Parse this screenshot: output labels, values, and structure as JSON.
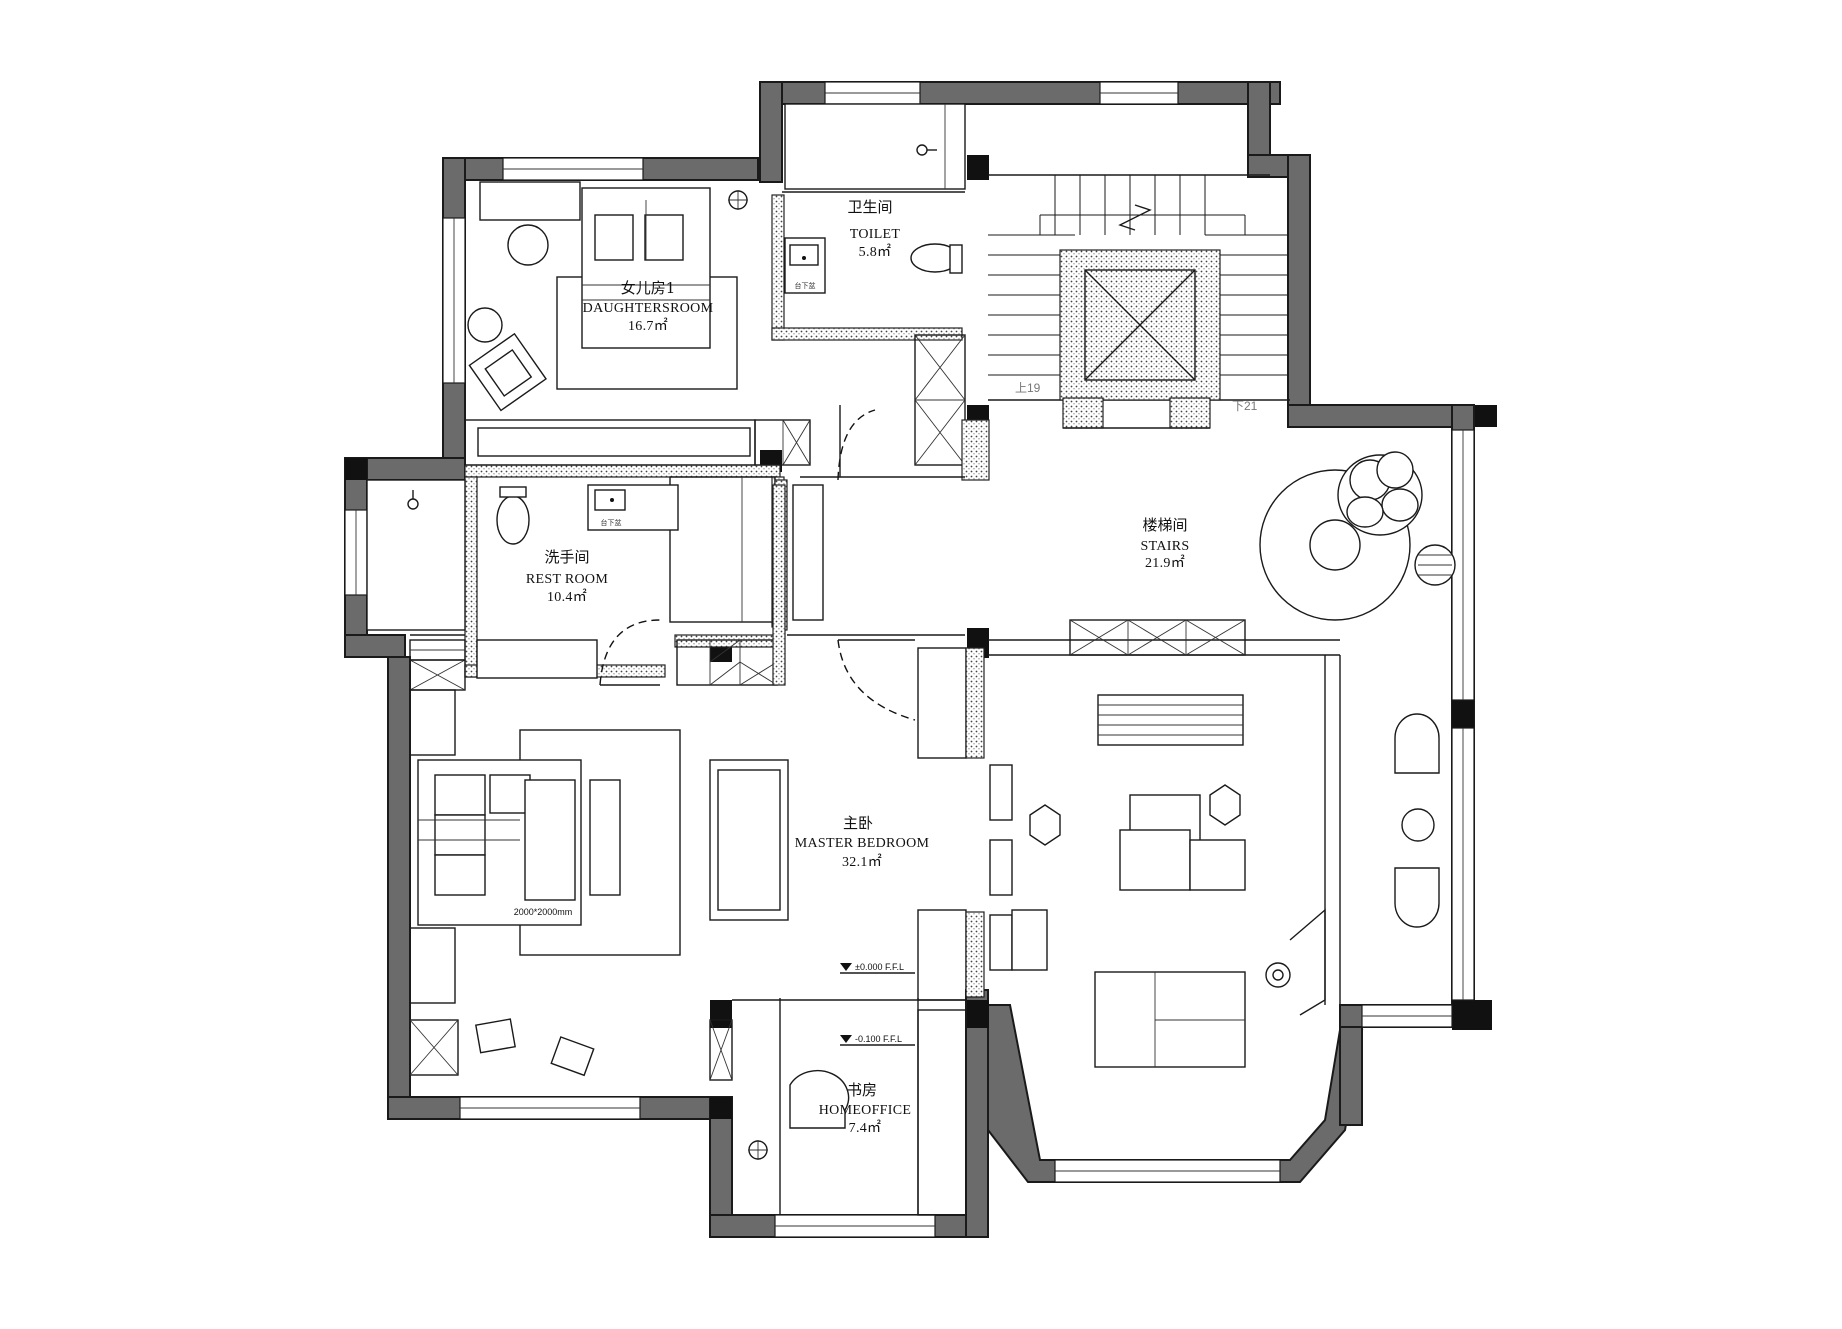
{
  "rooms": [
    {
      "id": "daughter",
      "name_cn": "女儿房1",
      "name_en": "DAUGHTERSROOM",
      "area": "16.7㎡"
    },
    {
      "id": "toilet",
      "name_cn": "卫生间",
      "name_en": "TOILET",
      "area": "5.8㎡"
    },
    {
      "id": "rest",
      "name_cn": "洗手间",
      "name_en": "REST ROOM",
      "area": "10.4㎡"
    },
    {
      "id": "stairs",
      "name_cn": "楼梯间",
      "name_en": "STAIRS",
      "area": "21.9㎡"
    },
    {
      "id": "master",
      "name_cn": "主卧",
      "name_en": "MASTER BEDROOM",
      "area": "32.1㎡"
    },
    {
      "id": "office",
      "name_cn": "书房",
      "name_en": "HOMEOFFICE",
      "area": "7.4㎡"
    }
  ],
  "notes": {
    "bed_size": "2000*2000mm",
    "level_1": "±0.000 F.F.L",
    "level_2": "-0.100 F.F.L",
    "stairs_up": "上19",
    "stairs_down": "下21",
    "basin_label_1": "台下盆",
    "basin_label_2": "台下盆"
  },
  "colors": {
    "wall": "#6b6b6b",
    "column": "#111111",
    "line": "#1a1a1a"
  }
}
